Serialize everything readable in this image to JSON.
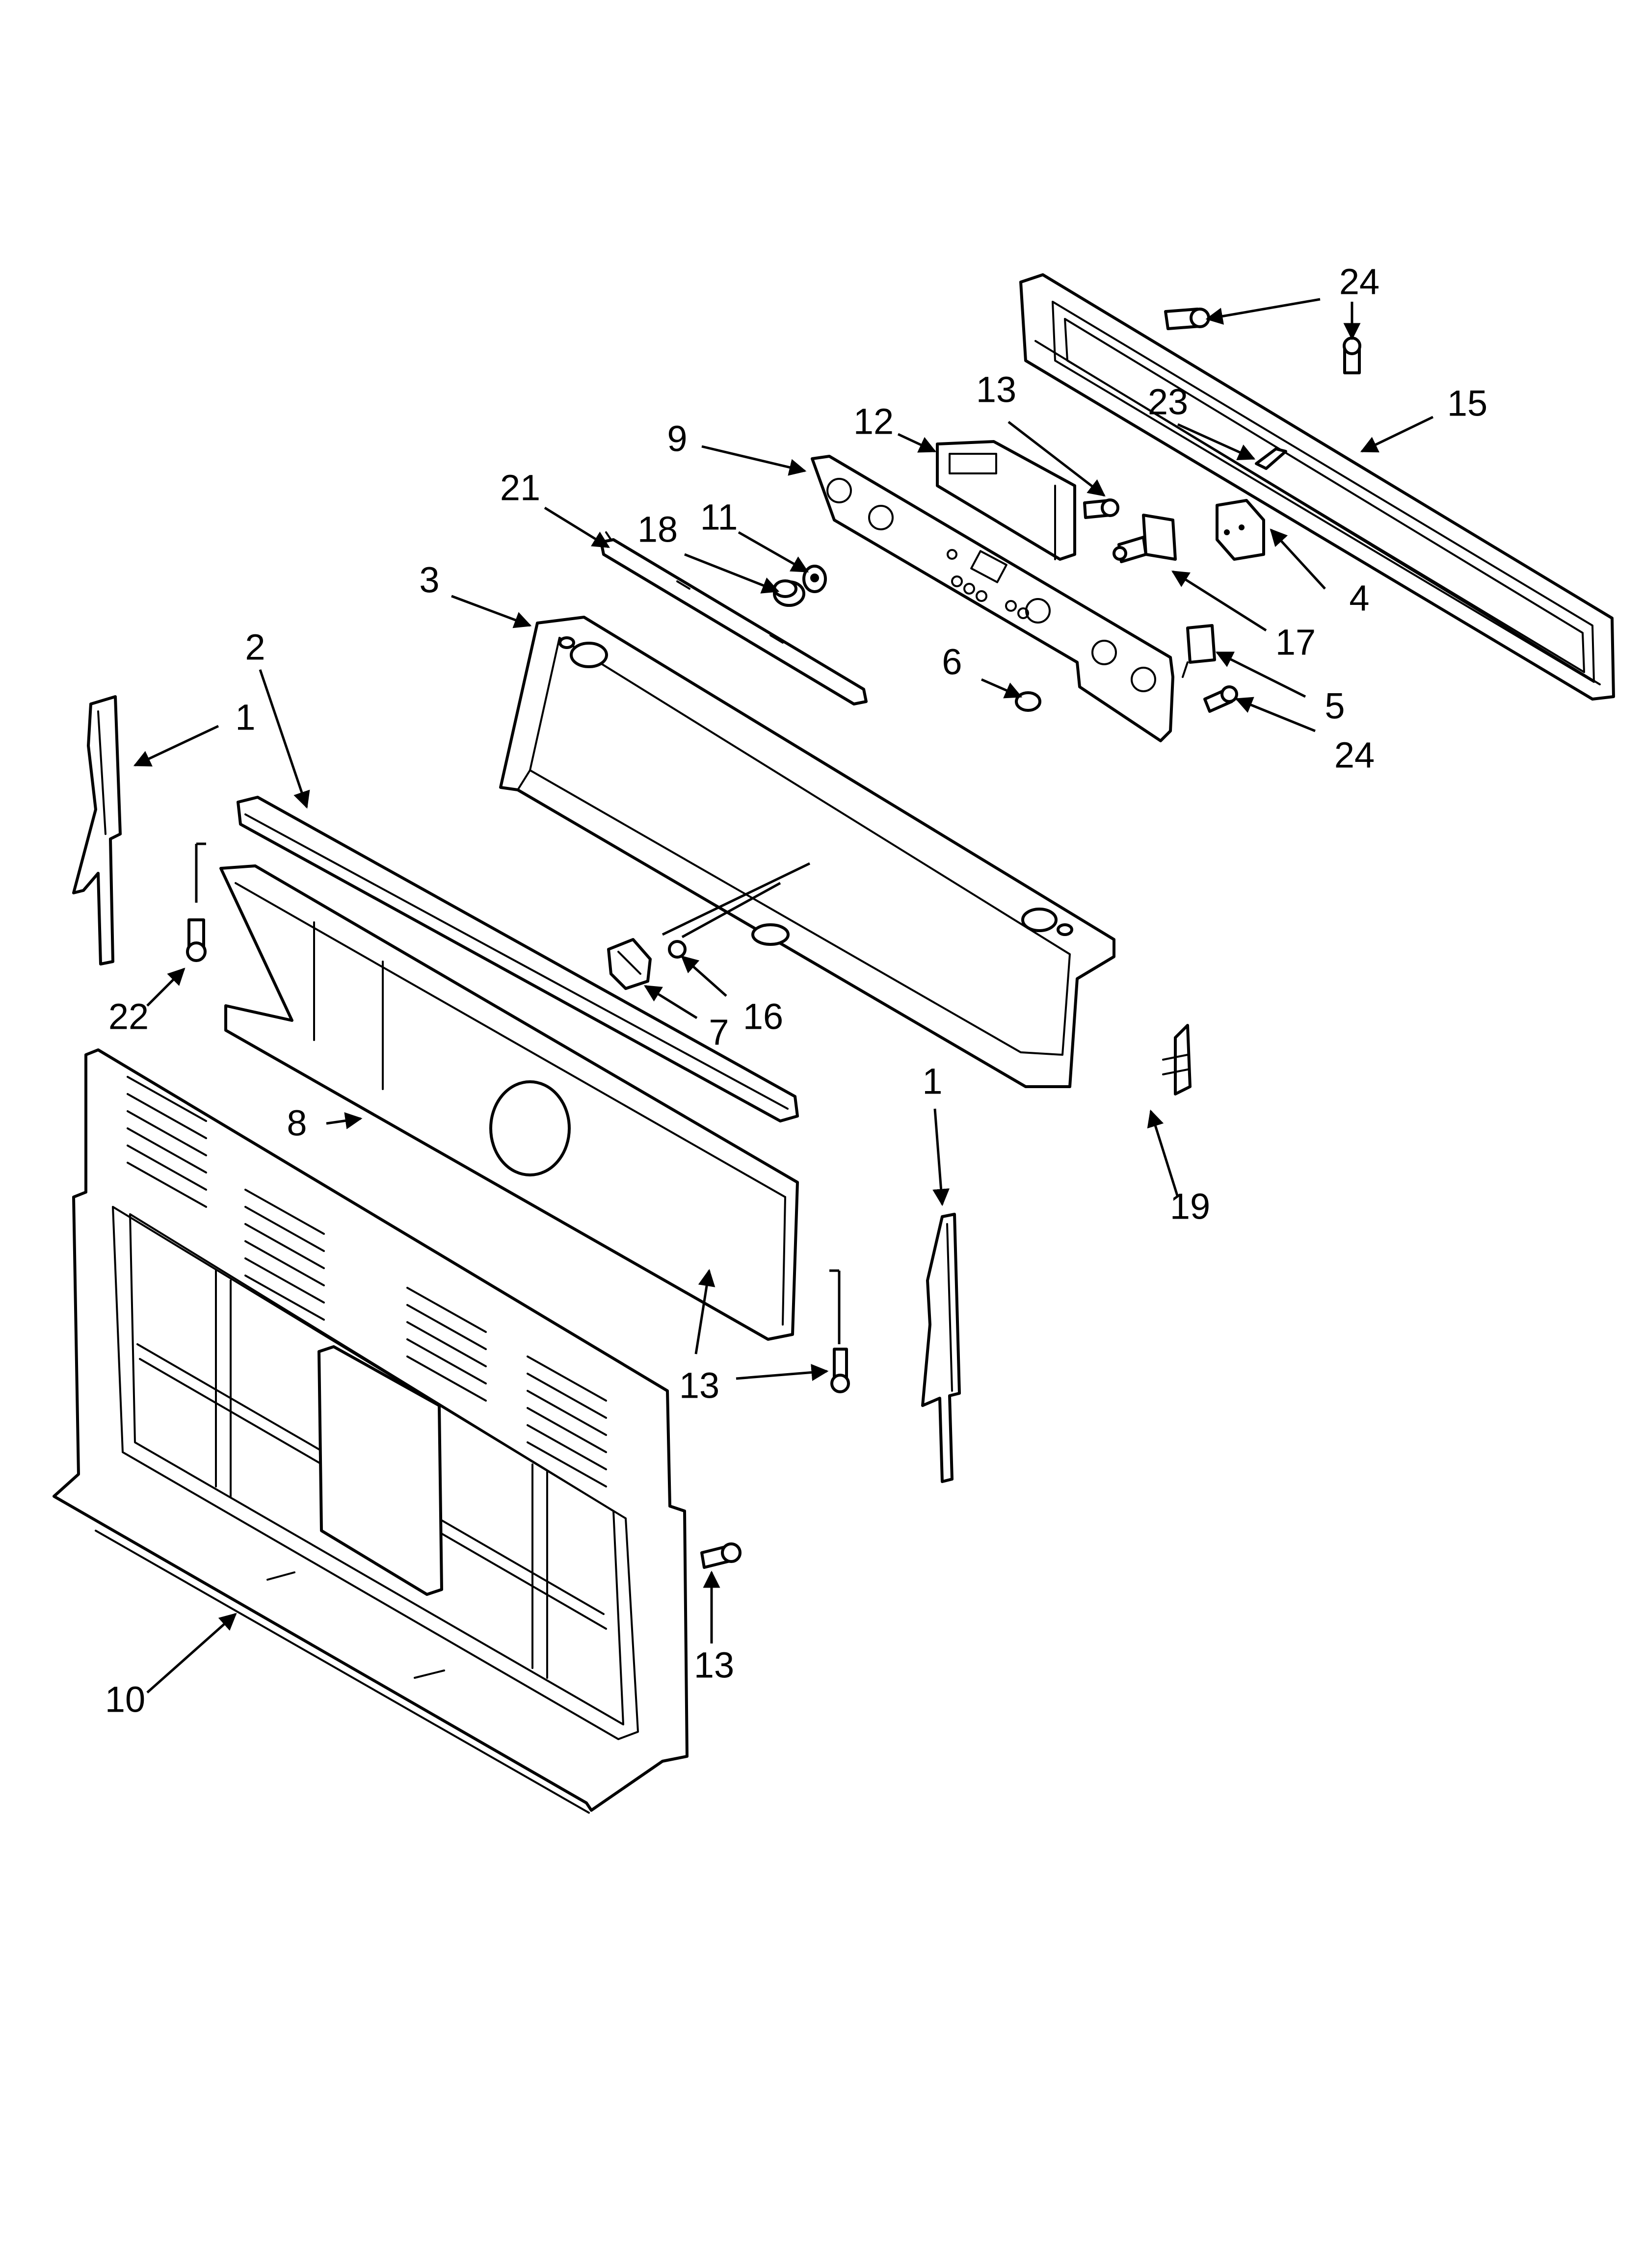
{
  "callouts": {
    "c1_left": "1",
    "c1_right": "1",
    "c2": "2",
    "c3": "3",
    "c4": "4",
    "c5": "5",
    "c6": "6",
    "c7": "7",
    "c8": "8",
    "c9": "9",
    "c10": "10",
    "c11": "11",
    "c12": "12",
    "c13_top": "13",
    "c13_mid": "13",
    "c13_bottom": "13",
    "c15": "15",
    "c16": "16",
    "c17": "17",
    "c18": "18",
    "c19": "19",
    "c21": "21",
    "c22": "22",
    "c23": "23",
    "c24_top": "24",
    "c24_bottom": "24"
  },
  "colors": {
    "line": "#000000",
    "background": "#ffffff"
  }
}
